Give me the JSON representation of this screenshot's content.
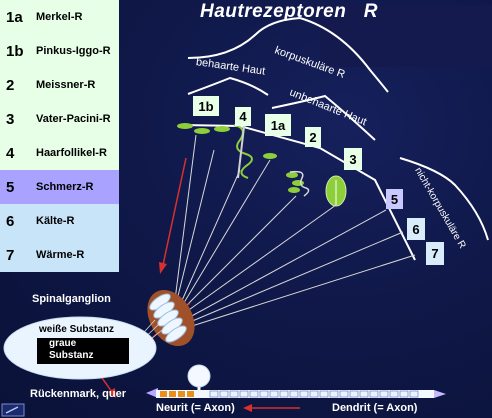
{
  "title": "Hautrezeptoren   R",
  "legend": [
    {
      "num": "1a",
      "label": "Merkel-R",
      "color": "#e6ffe6"
    },
    {
      "num": "1b",
      "label": "Pinkus-Iggo-R",
      "color": "#e6ffe6"
    },
    {
      "num": "2",
      "label": "Meissner-R",
      "color": "#e6ffe6"
    },
    {
      "num": "3",
      "label": "Vater-Pacini-R",
      "color": "#e6ffe6"
    },
    {
      "num": "4",
      "label": "Haarfollikel-R",
      "color": "#e6ffe6"
    },
    {
      "num": "5",
      "label": "Schmerz-R",
      "color": "#a9a3ff"
    },
    {
      "num": "6",
      "label": "Kälte-R",
      "color": "#c8e4f8"
    },
    {
      "num": "7",
      "label": "Wärme-R",
      "color": "#c8e4f8"
    }
  ],
  "skin_labels": {
    "korpuskulaere": "korpuskuläre R",
    "behaarte": "behaarte Haut",
    "unbehaarte": "unbehaarte Haut",
    "nicht_korpuskulaere": "nicht-korpuskuläre R"
  },
  "receptor_boxes": {
    "b1b": "1b",
    "b4": "4",
    "b1a": "1a",
    "b2": "2",
    "b3": "3",
    "b5": "5",
    "b6": "6",
    "b7": "7"
  },
  "spinalganglion": "Spinalganglion",
  "spinal_cord": {
    "weisse": "weiße Substanz",
    "graue": "graue",
    "substanz": "Substanz",
    "caption": "Rückenmark, quer"
  },
  "neuron": {
    "neurit": "Neurit (= Axon)",
    "dendrit": "Dendrit (= Axon)"
  },
  "colors": {
    "background": "#0f1848",
    "green_receptor": "#8ccf3a",
    "arrow_red": "#d8302e",
    "ganglion": "#a0512a"
  }
}
